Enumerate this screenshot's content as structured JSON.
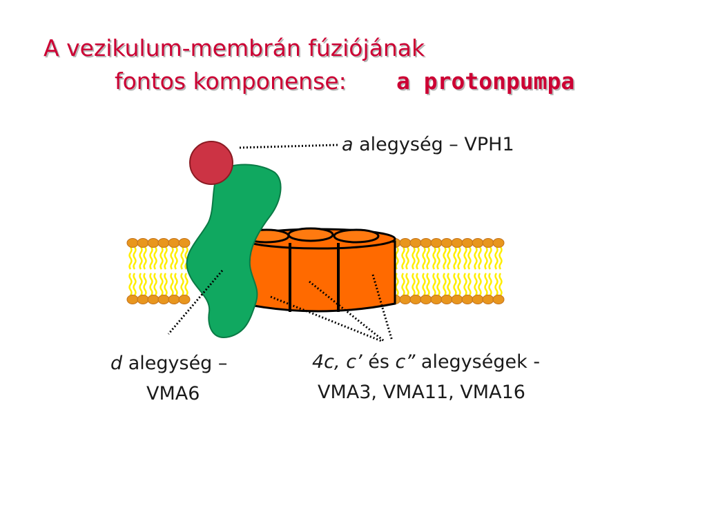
{
  "title": {
    "line1": "A vezikulum-membrán fúziójának",
    "line2": "fontos komponense:",
    "highlight": "a protonpumpa"
  },
  "labels": {
    "a_subunit": {
      "italic": "a",
      "text": " alegység – VPH1"
    },
    "d_subunit": {
      "italic": "d",
      "text": " alegység –",
      "line2": "VMA6"
    },
    "c_subunits": {
      "italic1": "4c, c’",
      "mid": " és ",
      "italic2": "c”",
      "text": " alegységek -",
      "line2": "VMA3, VMA11, VMA16"
    }
  },
  "colors": {
    "title": "#cc0033",
    "ball": "#cc3344",
    "green_subunit": "#10a860",
    "orange_ring": "#ff6a00",
    "lipid_head": "#e8961e",
    "lipid_tail": "#ffee00"
  }
}
